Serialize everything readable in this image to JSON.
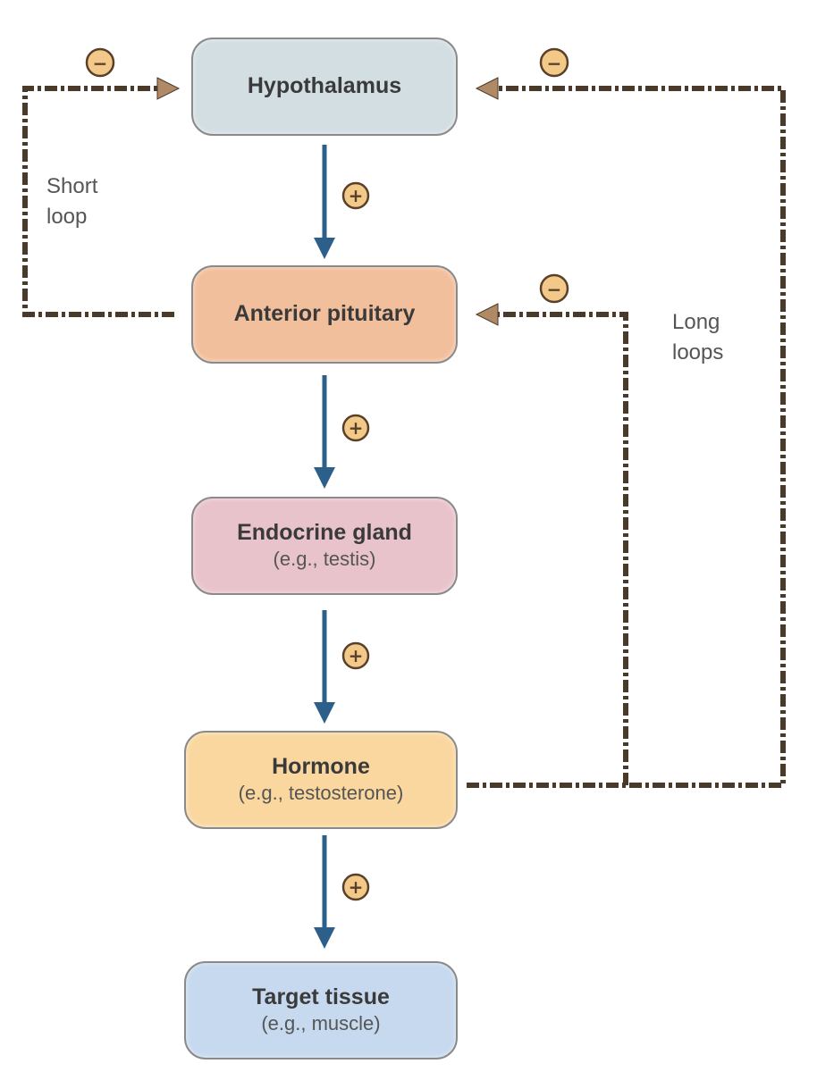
{
  "colors": {
    "stimulatory_arrow": "#2c5f8a",
    "feedback_line": "#4a3a2a",
    "feedback_arrowhead": "#b08a66",
    "badge_fill": "#f3c98a",
    "badge_stroke": "#5a4028",
    "box_border": "#8a8a8a"
  },
  "nodes": [
    {
      "id": "hypothalamus",
      "title": "Hypothalamus",
      "subtitle": "",
      "color": "#d3dee3"
    },
    {
      "id": "anterior-pituitary",
      "title": "Anterior pituitary",
      "subtitle": "",
      "color": "#f2bf9c"
    },
    {
      "id": "endocrine-gland",
      "title": "Endocrine gland",
      "subtitle": "(e.g., testis)",
      "color": "#e8c3cb"
    },
    {
      "id": "hormone",
      "title": "Hormone",
      "subtitle": "(e.g., testosterone)",
      "color": "#f9d79f"
    },
    {
      "id": "target-tissue",
      "title": "Target tissue",
      "subtitle": "(e.g., muscle)",
      "color": "#c6d9ee"
    }
  ],
  "labels": {
    "short_loop": "Short\nloop",
    "long_loops": "Long\nloops"
  },
  "signs": {
    "plus": "+",
    "minus": "−"
  }
}
